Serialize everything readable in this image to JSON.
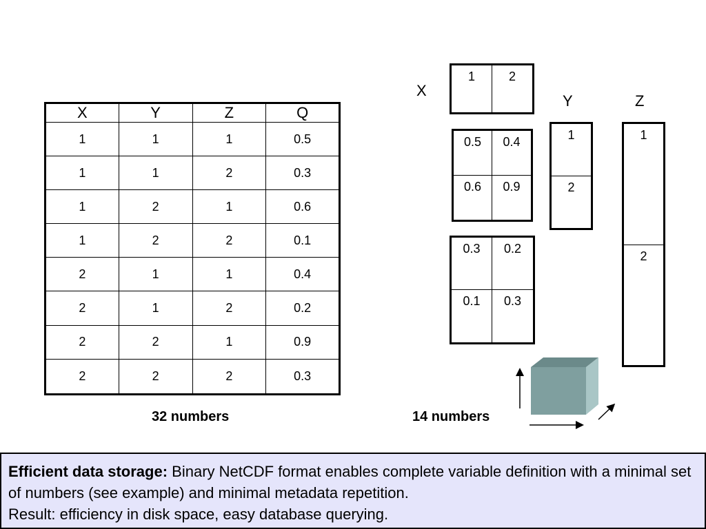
{
  "table": {
    "headers": [
      "X",
      "Y",
      "Z",
      "Q"
    ],
    "rows": [
      [
        "1",
        "1",
        "1",
        "0.5"
      ],
      [
        "1",
        "1",
        "2",
        "0.3"
      ],
      [
        "1",
        "2",
        "1",
        "0.6"
      ],
      [
        "1",
        "2",
        "2",
        "0.1"
      ],
      [
        "2",
        "1",
        "1",
        "0.4"
      ],
      [
        "2",
        "1",
        "2",
        "0.2"
      ],
      [
        "2",
        "2",
        "1",
        "0.9"
      ],
      [
        "2",
        "2",
        "2",
        "0.3"
      ]
    ]
  },
  "left_caption": "32 numbers",
  "right_caption": "14 numbers",
  "netcdf": {
    "x_label": "X",
    "y_label": "Y",
    "z_label": "Z",
    "x_values": [
      "1",
      "2"
    ],
    "y_values": [
      "1",
      "2"
    ],
    "z_values": [
      "1",
      "2"
    ],
    "q_slice_1": [
      "0.5",
      "0.4",
      "0.6",
      "0.9"
    ],
    "q_slice_2": [
      "0.3",
      "0.2",
      "0.1",
      "0.3"
    ]
  },
  "note": {
    "lead": "Efficient data storage:",
    "line1": " Binary NetCDF format enables complete variable definition with a minimal set of numbers (see example) and minimal metadata repetition.",
    "line2": "Result: efficiency in disk space, easy database querying."
  },
  "colors": {
    "note_background": "#e5e5fb",
    "cube_front": "#7f9f9f",
    "cube_top": "#6b8a8a",
    "cube_side": "#a9c6c6"
  }
}
